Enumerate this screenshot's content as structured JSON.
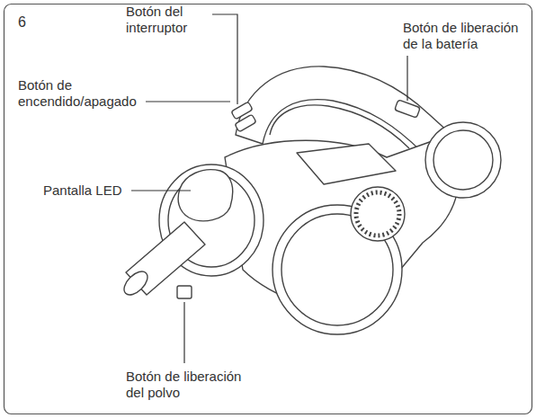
{
  "diagram": {
    "labels": [
      "6",
      "Botón del interruptor",
      "Botón de encendido/apagado",
      "Pantalla LED",
      "Botón de liberación de la batería",
      "Botón de liberación del polvo"
    ]
  }
}
